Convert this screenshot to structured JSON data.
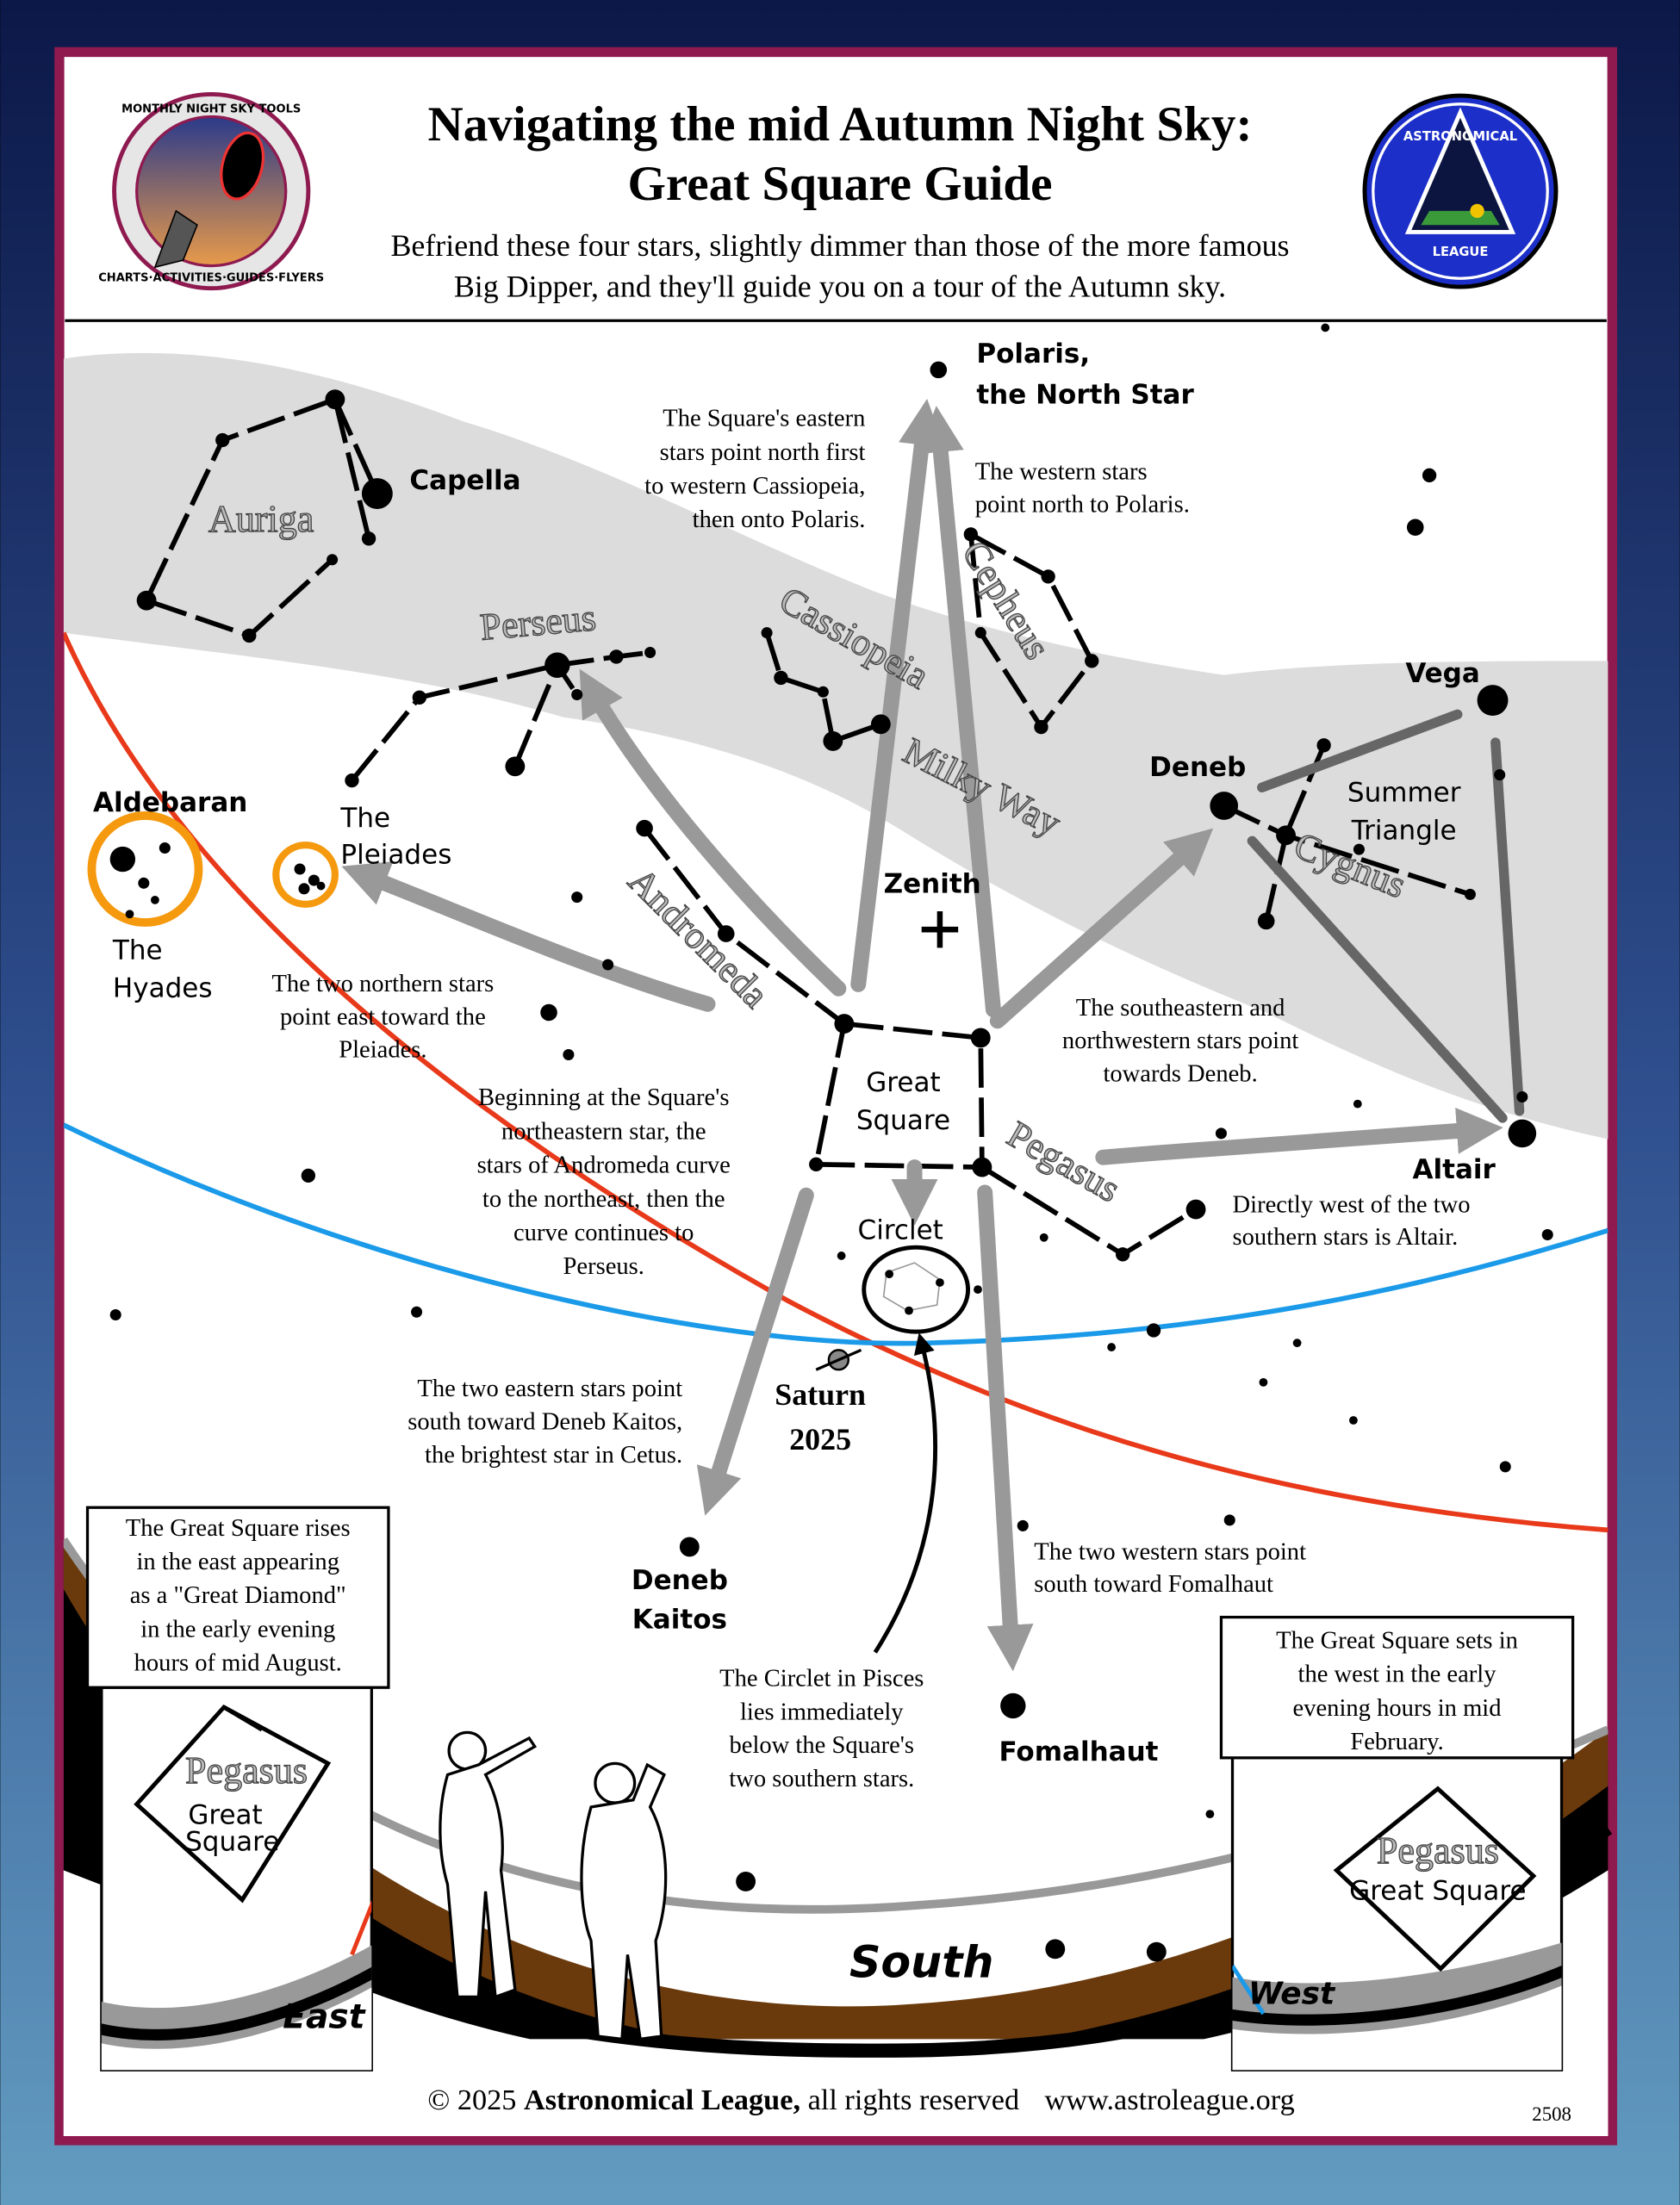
{
  "header": {
    "title_line1": "Navigating the mid Autumn Night Sky:",
    "title_line2": "Great Square Guide",
    "subtitle_line1": "Befriend these four stars, slightly dimmer than those of the more famous",
    "subtitle_line2": "Big Dipper, and they'll guide you on a tour of the Autumn sky.",
    "left_logo_text": "MONTHLY NIGHT SKY TOOLS · CHARTS · ACTIVITIES · GUIDES · FLYERS",
    "right_logo_text": "ASTRONOMICAL LEAGUE"
  },
  "colors": {
    "frame": "#8e1a50",
    "ecliptic": "#e8391a",
    "equator": "#1a9ae8",
    "milky_way": "#d9d9d9",
    "ground": "#6b3a0c",
    "highlight_ring": "#f5990e"
  },
  "stars": {
    "polaris": [
      "Polaris,",
      "the North Star"
    ],
    "capella": "Capella",
    "vega": "Vega",
    "deneb": "Deneb",
    "aldebaran": "Aldebaran",
    "altair": "Altair",
    "fomalhaut": "Fomalhaut",
    "deneb_kaitos": [
      "Deneb",
      "Kaitos"
    ],
    "saturn": [
      "Saturn",
      "2025"
    ],
    "zenith": "Zenith"
  },
  "constellations": {
    "auriga": "Auriga",
    "perseus": "Perseus",
    "cassiopeia": "Cassiopeia",
    "cepheus": "Cepheus",
    "andromeda": "Andromeda",
    "cygnus": "Cygnus",
    "pegasus": "Pegasus",
    "milky_way": "Milky Way"
  },
  "labels": {
    "summer_triangle": [
      "Summer",
      "Triangle"
    ],
    "hyades": [
      "The",
      "Hyades"
    ],
    "pleiades": [
      "The",
      "Pleiades"
    ],
    "great_square": [
      "Great",
      "Square"
    ],
    "circlet": "Circlet",
    "south": "South",
    "east": "East",
    "west": "West"
  },
  "notes": {
    "eastern_north": [
      "The Square's eastern",
      "stars point north first",
      "to western Cassiopeia,",
      "then onto Polaris."
    ],
    "western_north": [
      "The western stars",
      "point north to Polaris."
    ],
    "northern_east": [
      "The two northern stars",
      "point east toward the",
      "Pleiades."
    ],
    "deneb": [
      "The southeastern and",
      "northwestern stars point",
      "towards Deneb."
    ],
    "andromeda": [
      "Beginning at the Square's",
      "northeastern star, the",
      "stars of Andromeda curve",
      "to the northeast, then the",
      "curve continues to",
      "Perseus."
    ],
    "altair": [
      "Directly west of the two",
      "southern stars is Altair."
    ],
    "deneb_kaitos": [
      "The two eastern stars point",
      "south toward Deneb Kaitos,",
      "the brightest star in Cetus."
    ],
    "fomalhaut": [
      "The two western stars point",
      "south toward Fomalhaut"
    ],
    "circlet": [
      "The Circlet in Pisces",
      "lies immediately",
      "below the Square's",
      "two southern stars."
    ]
  },
  "insets": {
    "east": {
      "text": [
        "The Great Square rises",
        "in the east appearing",
        "as a \"Great Diamond\"",
        "in the early evening",
        "hours of mid August."
      ],
      "constellation": "Pegasus",
      "square": [
        "Great",
        "Square"
      ]
    },
    "west": {
      "text": [
        "The Great Square sets in",
        "the west in the early",
        "evening hours in mid",
        "February."
      ],
      "constellation": "Pegasus",
      "square": "Great Square"
    }
  },
  "footer": {
    "copyright": "© 2025 ",
    "org": "Astronomical League,",
    "rights": " all rights reserved",
    "url": "www.astroleague.org",
    "code": "2508"
  }
}
